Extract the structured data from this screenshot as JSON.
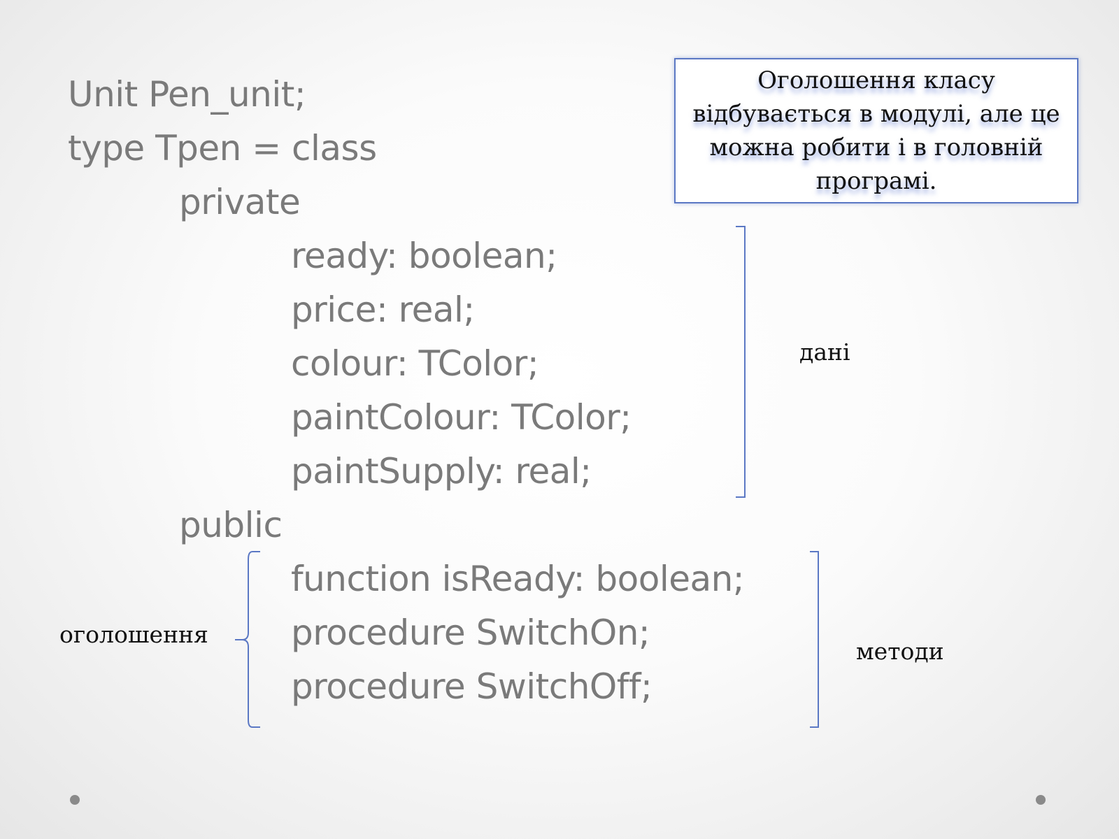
{
  "code": {
    "lines": [
      "Unit Pen_unit;",
      "type Tpen = class",
      "private",
      "ready: boolean;",
      "price: real;",
      "colour: TColor;",
      "paintColour: TColor;",
      "paintSupply: real;",
      "public",
      "function isReady: boolean;",
      "procedure SwitchOn;",
      "procedure SwitchOff;"
    ]
  },
  "callout": {
    "text": "Оголошення класу відбувається в модулі, але це можна робити і в головній програмі."
  },
  "labels": {
    "data": "дані",
    "declaration": "оголошення",
    "methods": "методи"
  },
  "colors": {
    "code_text": "#7a7a7a",
    "bracket": "#5b78c4",
    "callout_border": "#5b78c4"
  }
}
